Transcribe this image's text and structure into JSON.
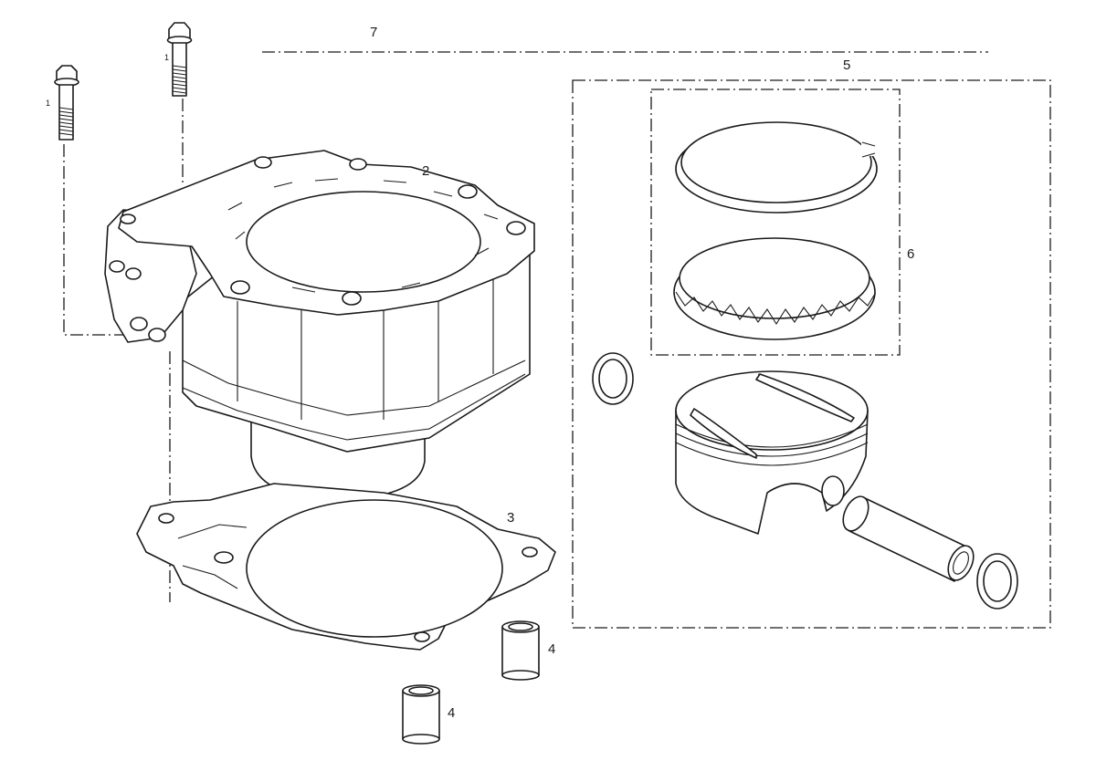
{
  "diagram": {
    "labels": {
      "bolt_1": "1",
      "bolt_2": "1",
      "cylinder": "2",
      "gasket": "3",
      "dowel_1": "4",
      "dowel_2": "4",
      "piston_kit": "5",
      "ring_set": "6",
      "gasket_kit": "7"
    }
  }
}
